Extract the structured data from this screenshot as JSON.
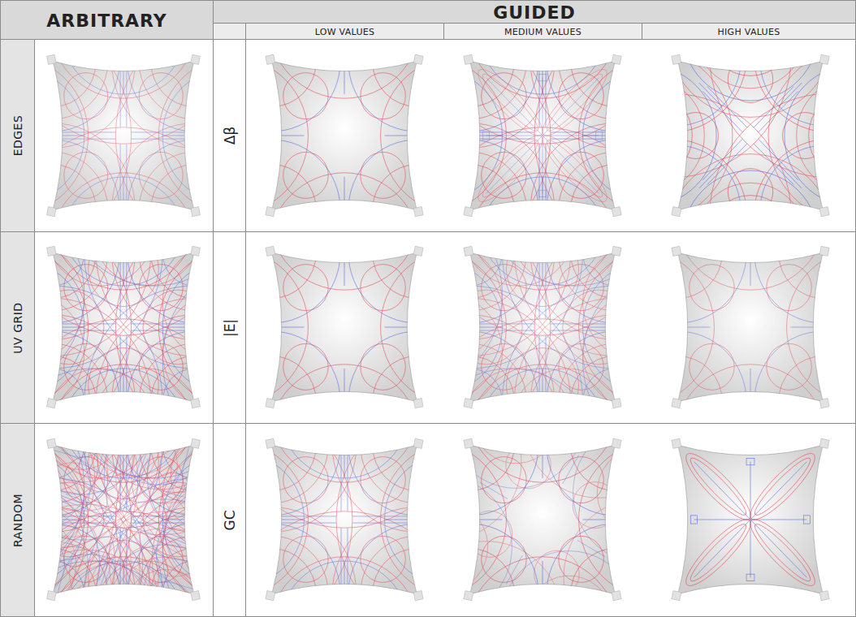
{
  "diagram": {
    "labels": [
      "ARBITRARY",
      "GUIDED",
      "LOW VALUES",
      "MEDIUM VALUES",
      "HIGH VALUES",
      "EDGES",
      "Δβ",
      "UV GRID",
      "|E|",
      "RANDOM",
      "GC"
    ]
  }
}
